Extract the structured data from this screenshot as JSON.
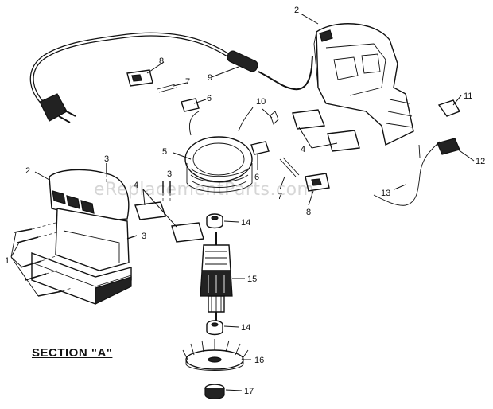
{
  "watermark": "eReplacementParts.com",
  "section_title": "SECTION \"A\"",
  "callouts": [
    {
      "id": "c1",
      "label": "1"
    },
    {
      "id": "c2a",
      "label": "2"
    },
    {
      "id": "c2b",
      "label": "2"
    },
    {
      "id": "c3a",
      "label": "3"
    },
    {
      "id": "c3b",
      "label": "3"
    },
    {
      "id": "c3c",
      "label": "3"
    },
    {
      "id": "c4a",
      "label": "4"
    },
    {
      "id": "c4b",
      "label": "4"
    },
    {
      "id": "c5",
      "label": "5"
    },
    {
      "id": "c6a",
      "label": "6"
    },
    {
      "id": "c6b",
      "label": "6"
    },
    {
      "id": "c7a",
      "label": "7"
    },
    {
      "id": "c7b",
      "label": "7"
    },
    {
      "id": "c8a",
      "label": "8"
    },
    {
      "id": "c8b",
      "label": "8"
    },
    {
      "id": "c9",
      "label": "9"
    },
    {
      "id": "c10",
      "label": "10"
    },
    {
      "id": "c11",
      "label": "11"
    },
    {
      "id": "c12",
      "label": "12"
    },
    {
      "id": "c13",
      "label": "13"
    },
    {
      "id": "c14a",
      "label": "14"
    },
    {
      "id": "c14b",
      "label": "14"
    },
    {
      "id": "c15",
      "label": "15"
    },
    {
      "id": "c16",
      "label": "16"
    },
    {
      "id": "c17",
      "label": "17"
    }
  ]
}
